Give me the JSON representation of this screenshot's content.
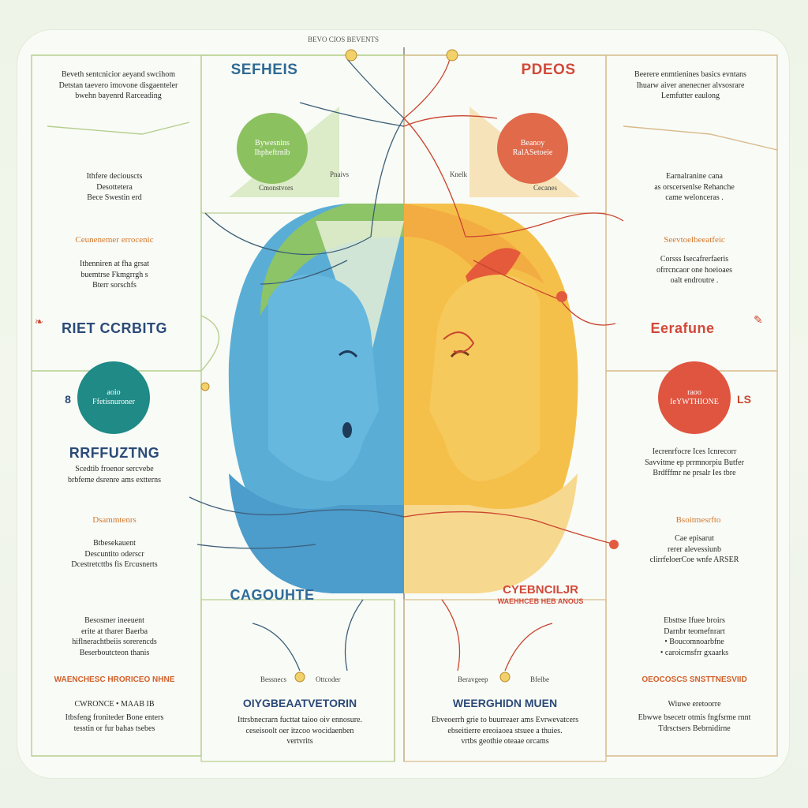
{
  "top_caption": "BEVO CIOS BEVENTS",
  "left_panel": {
    "title": "SEFHEIS",
    "intro": "Beveth sentcnicior aeyand swcihom\nDetstan taevero imovone disgaenteler\nbwehn bayenrd Rarceading",
    "circle_text": "Bywesnins\nIhpheftrnib",
    "circle_caption": "Cmonstvors",
    "block1": "Ithfere deciouscts\nDesottetera\nBece Swestin erd",
    "orange1": "Ceunenemer errocenic",
    "block2": "Ithenniren at fha grsat\nbuemtrse Fkmgrrgh s\nBterr sorschfs",
    "heading2": "RIET CCRBITG",
    "circle2_small": "aoio",
    "circle2_text": "Ffetisnuroner",
    "circle2_num": "8",
    "heading3": "RRFFUZTNG",
    "block3": "Scedtib froenor sercvebe\nbrbfeme dsrenre ams extterns",
    "orange2": "Dsammtenrs",
    "block4": "Btbesekauent\nDescuntito oderscr\nDcestretcttbs fis Ercusnerts",
    "block5": "Besosmer ineeuent\nerite at tharer Baerba\nhiflnerachtbeiis sorerencds\nBeserboutcteon thanis",
    "orange3": "WAENCHESC HRORICEO NHNE",
    "block6_title": "CWRONCE • MAAB IB",
    "block6": "Itbsfeng froniteder Bone enters\ntesstin or fur bahas tsebes",
    "bottom_caption1": "Bessnecs",
    "bottom_caption2": "Ottcoder",
    "center_heading": "CAGOUHTE",
    "bottom_heading": "OIYGBEAATVETORIN",
    "bottom_text": "Ittrsbnecrarn fucttat taioo oiv ennosure.\nceseisoolt oer itzcoo wocidaenben\nvertvrits",
    "side_label": "Pnaivs"
  },
  "right_panel": {
    "title": "PDEOS",
    "intro": "Beerere enmtienines basics evntans\nIhuarw aiver anenecner alvsosrare\nLemfutter eaulong",
    "circle_text": "Beanoy\nRalASetoeie",
    "circle_caption": "Cecanes",
    "block1": "Earnalranine cana\nas orscersenlse Rehanche\ncame welonceras .",
    "orange1": "Seevtoelbeeatfeic",
    "block2": "Corsss Isecafrerfaeris\nofrrcncaor one hoeioaes\noalt endroutre .",
    "heading2": "Eerafune",
    "circle2_small": "raoo",
    "circle2_text": "IeYWTHIONE",
    "circle2_num": "LS",
    "block3": "Iecrenrfocre Ices Icnrecorr\nSavvitme ep prrmnorpiu Butfer\nBrdfffmr ne prsalr Ies tbre",
    "orange2": "Bsoitmesrfto",
    "block4": "Cae episarut\nrerer alevessiunb\nclirrfeloerCoe wnfe ARSER",
    "heading3": "CYEBNCILJR",
    "heading3_sub": "WAEHHCEB HEB ANOUS",
    "block5": "Ebsttse Ifuee broirs\nDarnbr teomefnrart\n• Boucomnoarbfne\n• caroicrnsfrr gxaarks",
    "orange3": "OEOCOSCS SNSTTNESVIID",
    "block6_title": "Wiuwe eretoorre",
    "block6": "Ebwwe bsecetr otmis fngfsrme rnnt\nTdrsctsers Bebrnidirne",
    "bottom_caption1": "Beravgeep",
    "bottom_caption2": "Bfelbe",
    "bottom_heading": "WEERGHIDN MUEN",
    "bottom_text": "Ebveoerrh grie to buurreaer ams Evrwevatcers\nebseitierre ereoiaoea stsuee a thuies.\nvrtbs geothie oteaae orcams",
    "side_label": "Knelk"
  },
  "colors": {
    "blue_head": "#5aaed6",
    "yellow_head": "#f5c04a",
    "green_cap": "#8cc467",
    "green_circle": "#8cc160",
    "orange_circle": "#e06a4a",
    "teal_circle": "#1f8a86",
    "red_circle": "#e0553f",
    "blue_heading": "#2f6a94",
    "red_heading": "#d1493a",
    "frame_green": "#b5cf8e",
    "frame_tan": "#d8b98a"
  }
}
